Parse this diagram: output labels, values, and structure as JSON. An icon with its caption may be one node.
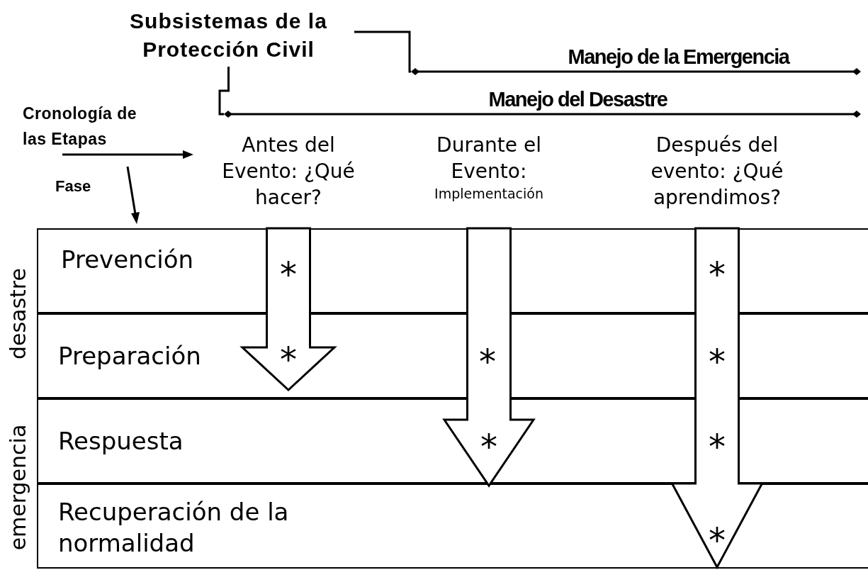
{
  "diagram": {
    "nodes": [
      {
        "text": [
          "Subsistemas de la Protección Civil"
        ]
      },
      {
        "text": [
          "Manejo de la Emergencia"
        ]
      },
      {
        "text": [
          "Manejo del Desastre"
        ]
      },
      {
        "text": [
          "Antes del Evento: ¿Qué hacer?"
        ]
      },
      {
        "text": [
          "Durante el Evento:",
          "Implementación"
        ]
      },
      {
        "text": [
          "Después del evento: ¿Qué aprendimos?"
        ]
      },
      {
        "text": [
          "Prevención"
        ]
      },
      {
        "text": [
          "Preparación"
        ]
      },
      {
        "text": [
          "Respuesta"
        ]
      },
      {
        "text": [
          "Recuperación de la normalidad"
        ]
      }
    ],
    "edges": [
      {
        "from": 0,
        "to": 1,
        "arrow": "none"
      },
      {
        "from": 0,
        "to": 2,
        "arrow": "none"
      },
      {
        "from": 3,
        "to": 7,
        "arrow": "to"
      },
      {
        "from": 4,
        "to": 8,
        "arrow": "to"
      },
      {
        "from": 5,
        "to": 9,
        "arrow": "to"
      }
    ],
    "labels": [
      "Cronología de las Etapas",
      "Fase",
      "desastre",
      "emergencia",
      "*",
      "*",
      "*",
      "*",
      "*",
      "*",
      "*",
      "*"
    ]
  }
}
